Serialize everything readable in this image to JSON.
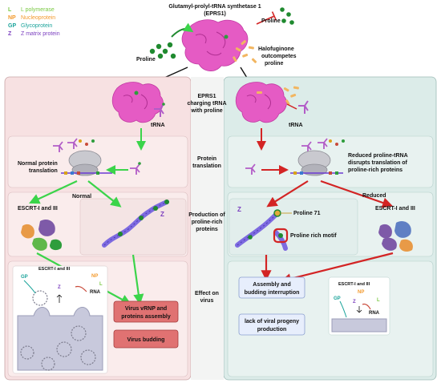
{
  "title": {
    "line1": "Glutamyl-prolyl-tRNA synthetase 1",
    "line2": "(EPRS1)"
  },
  "legend": [
    {
      "code": "L",
      "name": "L polymerase",
      "color": "#7ac943"
    },
    {
      "code": "NP",
      "name": "Nucleoprotein",
      "color": "#f39a2d"
    },
    {
      "code": "GP",
      "name": "Glycoprotein",
      "color": "#1aa39a"
    },
    {
      "code": "Z",
      "name": "Z matrix protein",
      "color": "#7b3fbf"
    }
  ],
  "top": {
    "proline_left": "Proline",
    "proline_right": "Proline",
    "halofuginone_line1": "Halofuginone",
    "halofuginone_line2": "outcompetes",
    "halofuginone_line3": "proline"
  },
  "middle_column": {
    "charging_line1": "EPRS1",
    "charging_line2": "charging tRNA",
    "charging_line3": "with proline",
    "translation_line1": "Protein",
    "translation_line2": "translation",
    "production_line1": "Production of",
    "production_line2": "proline-rich",
    "production_line3": "proteins",
    "effect_line1": "Effect on",
    "effect_line2": "virus"
  },
  "left_panel": {
    "trna": "tRNA",
    "normal_translation_line1": "Normal protein",
    "normal_translation_line2": "translation",
    "normal": "Normal",
    "escrt": "ESCRT-I and III",
    "z_label": "Z",
    "inset_escrt": "ESCRT-I and III",
    "inset_gp": "GP",
    "inset_z": "Z",
    "inset_np": "NP",
    "inset_l": "L",
    "inset_rna": "RNA",
    "box_assembly_line1": "Virus vRNP and",
    "box_assembly_line2": "proteins assembly",
    "box_budding": "Virus budding"
  },
  "right_panel": {
    "trna": "tRNA",
    "reduced_translation_line1": "Reduced proline-tRNA",
    "reduced_translation_line2": "disrupts translation of",
    "reduced_translation_line3": "proline-rich proteins",
    "reduced": "Reduced",
    "z_label": "Z",
    "proline71": "Proline 71",
    "proline_motif": "Proline rich motif",
    "escrt": "ESCRT-I and III",
    "box_interrupt_line1": "Assembly and",
    "box_interrupt_line2": "budding interruption",
    "box_lack_line1": "lack of viral progeny",
    "box_lack_line2": "production",
    "inset_escrt": "ESCRT-I and III",
    "inset_gp": "GP",
    "inset_np": "NP",
    "inset_z": "Z",
    "inset_l": "L",
    "inset_rna": "RNA"
  },
  "colors": {
    "left_panel": "#f7e1e2",
    "right_panel": "#dcece9",
    "green_arrow": "#3bd44a",
    "red_arrow": "#d32424",
    "eprs": "#e55bc4",
    "z_protein": "#7d6ae0",
    "red_box": "#e07272",
    "blue_box": "#e7eefc"
  }
}
